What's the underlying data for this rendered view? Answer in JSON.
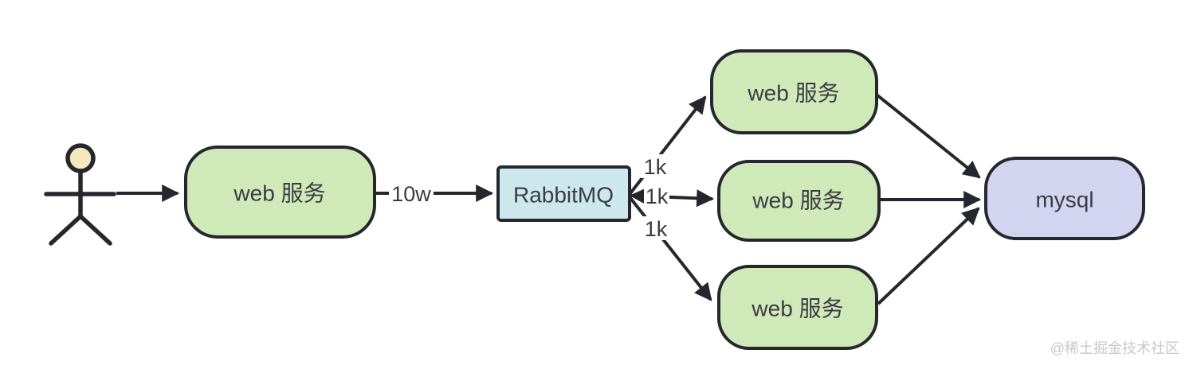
{
  "diagram": {
    "colors": {
      "canvas_bg": "#ffffff",
      "stroke_dark": "#26262e",
      "node_green": "#d0e9b8",
      "node_cyan": "#cde8ec",
      "node_purple": "#d2d4f0",
      "head_fill": "#f4e8bc",
      "text_dark": "#3b3b44",
      "watermark_color": "#c9c9c9"
    },
    "nodes": {
      "entry_web": {
        "label": "web 服务"
      },
      "rabbitmq": {
        "label": "RabbitMQ"
      },
      "worker_web_1": {
        "label": "web 服务"
      },
      "worker_web_2": {
        "label": "web 服务"
      },
      "worker_web_3": {
        "label": "web 服务"
      },
      "mysql": {
        "label": "mysql"
      }
    },
    "edge_labels": {
      "entry_to_mq": "10w",
      "mq_to_worker_1": "1k",
      "mq_to_worker_2": "1k",
      "mq_to_worker_3": "1k"
    }
  },
  "watermark": {
    "text": "@稀土掘金技术社区"
  }
}
